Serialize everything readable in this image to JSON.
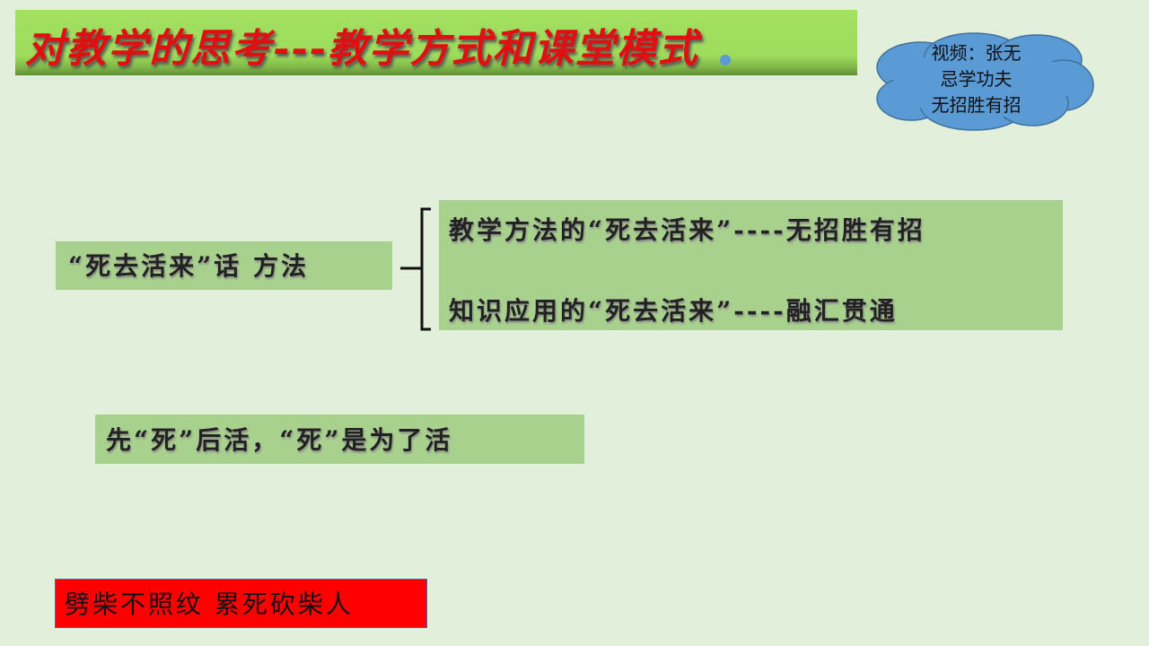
{
  "title": "对教学的思考---教学方式和课堂模式",
  "cloud": {
    "lines": [
      "视频：张无",
      "忌学功夫",
      "无招胜有招"
    ]
  },
  "left_box": "“死去活来”话  方法",
  "right_box": {
    "items": [
      "教学方法的“死去活来”----无招胜有招",
      "知识应用的“死去活来”----融汇贯通"
    ]
  },
  "middle_box": "先“死”后活，“死”是为了活",
  "red_box": "劈柴不照纹  累死砍柴人",
  "colors": {
    "background": "#e2efda",
    "title_bar": "#a3e063",
    "title_text": "#e01010",
    "box": "#a9d18e",
    "cloud": "#5b9bd5",
    "red_box": "#ff0000"
  }
}
